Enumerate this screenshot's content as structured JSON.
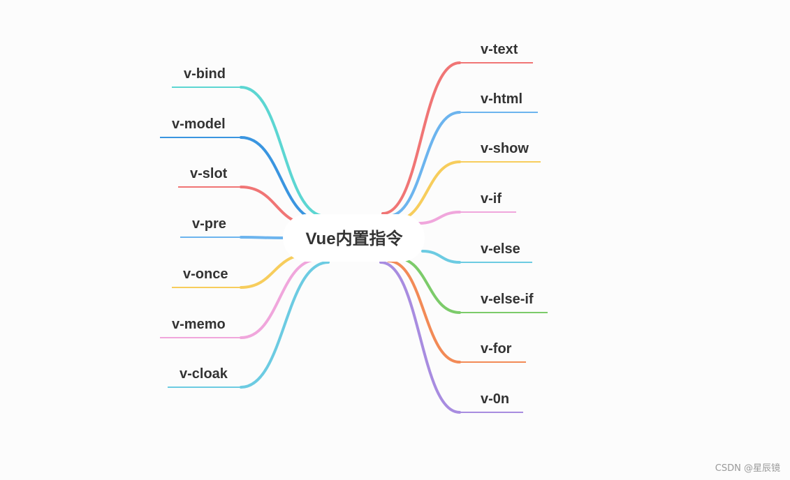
{
  "center": {
    "label": "Vue内置指令"
  },
  "left_branches": [
    {
      "label": "v-bind",
      "color": "#5cd6d2"
    },
    {
      "label": "v-model",
      "color": "#3a95e0"
    },
    {
      "label": "v-slot",
      "color": "#f07575"
    },
    {
      "label": "v-pre",
      "color": "#6cb4ee"
    },
    {
      "label": "v-once",
      "color": "#f7cd5c"
    },
    {
      "label": "v-memo",
      "color": "#f0a6dc"
    },
    {
      "label": "v-cloak",
      "color": "#6ccbe2"
    }
  ],
  "right_branches": [
    {
      "label": "v-text",
      "color": "#f07575"
    },
    {
      "label": "v-html",
      "color": "#6cb4ee"
    },
    {
      "label": "v-show",
      "color": "#f7cd5c"
    },
    {
      "label": "v-if",
      "color": "#f0a6dc"
    },
    {
      "label": "v-else",
      "color": "#6ccbe2"
    },
    {
      "label": "v-else-if",
      "color": "#7ccb6a"
    },
    {
      "label": "v-for",
      "color": "#f28a56"
    },
    {
      "label": "v-0n",
      "color": "#a88ce0"
    }
  ],
  "watermark": "CSDN @星辰镜"
}
